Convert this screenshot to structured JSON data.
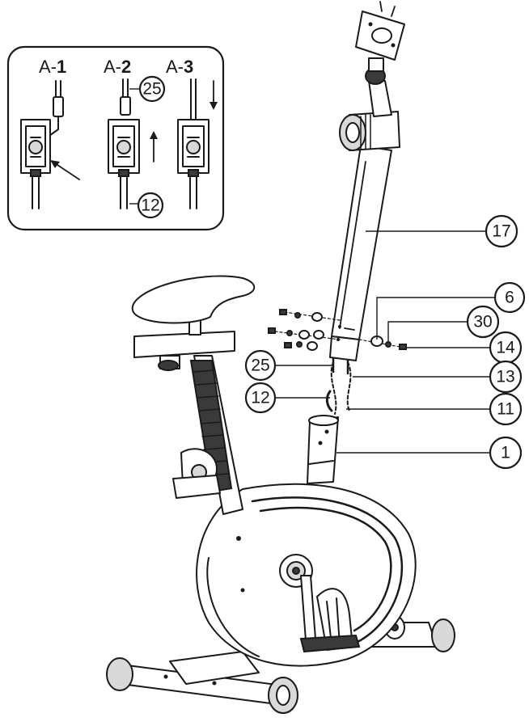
{
  "inset": {
    "steps": [
      {
        "prefix": "A-",
        "number": "1"
      },
      {
        "prefix": "A-",
        "number": "2"
      },
      {
        "prefix": "A-",
        "number": "3"
      }
    ],
    "callouts": [
      "25",
      "12"
    ]
  },
  "callouts": {
    "c17": "17",
    "c6": "6",
    "c30": "30",
    "c14": "14",
    "c25": "25",
    "c13": "13",
    "c12": "12",
    "c11": "11",
    "c1": "1"
  }
}
